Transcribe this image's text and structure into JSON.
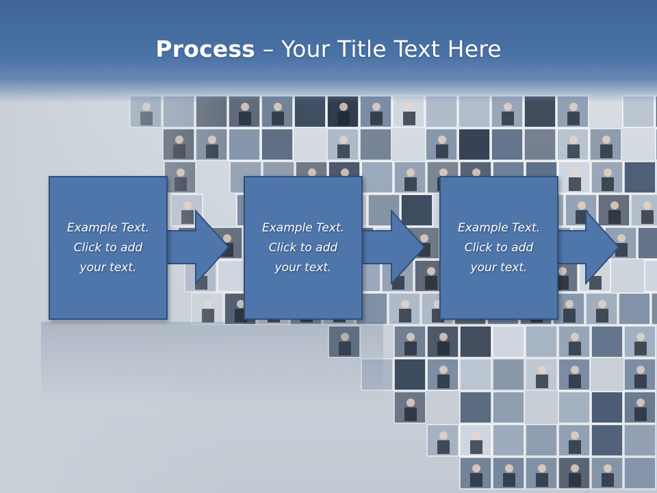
{
  "slide": {
    "title_bold": "Process",
    "title_rest": " – Your Title Text Here"
  },
  "steps": [
    {
      "text": "Example Text.\nClick  to add\nyour text."
    },
    {
      "text": "Example Text.\nClick  to add\nyour text."
    },
    {
      "text": "Example Text.\nClick  to add\nyour text."
    }
  ],
  "colors": {
    "header": "#4a72a6",
    "box_fill": "#4f76ab",
    "box_border": "#2f4f7c",
    "text": "#ffffff"
  },
  "icons": [
    "right-arrow-icon"
  ]
}
